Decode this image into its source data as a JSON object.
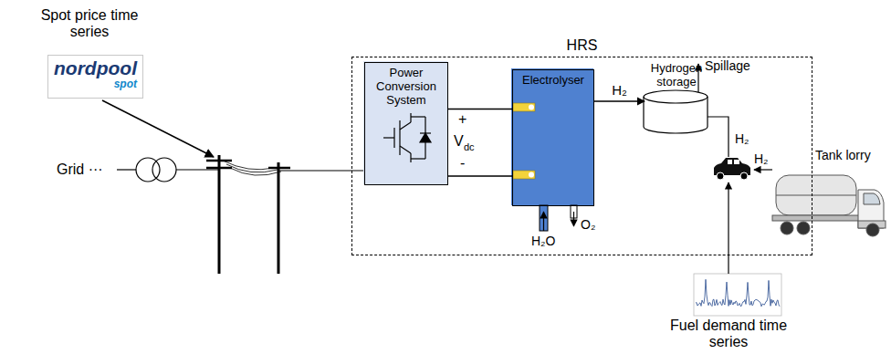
{
  "diagram": {
    "nodes": [
      {
        "text": [
          "nordpool",
          "spot"
        ]
      },
      {
        "text": [
          "HRS"
        ]
      },
      {
        "text": [
          "Power Conversion System"
        ],
        "in": 1
      },
      {
        "text": [
          "Electrolyser"
        ],
        "in": 1
      },
      {
        "text": [
          "Hydrogen storage"
        ],
        "in": 1
      }
    ],
    "edges": [
      {
        "from": 2,
        "to": 3,
        "arrow": "none"
      },
      {
        "from": 3,
        "to": 4,
        "label": "H₂",
        "arrow": "to"
      }
    ],
    "labels": [
      "Spot price time series",
      "Grid ···",
      "+",
      "V",
      "dc",
      "-",
      "H₂O",
      "O₂",
      "Spillage",
      "H₂",
      "H₂",
      "Tank lorry",
      "Fuel demand time series"
    ]
  }
}
